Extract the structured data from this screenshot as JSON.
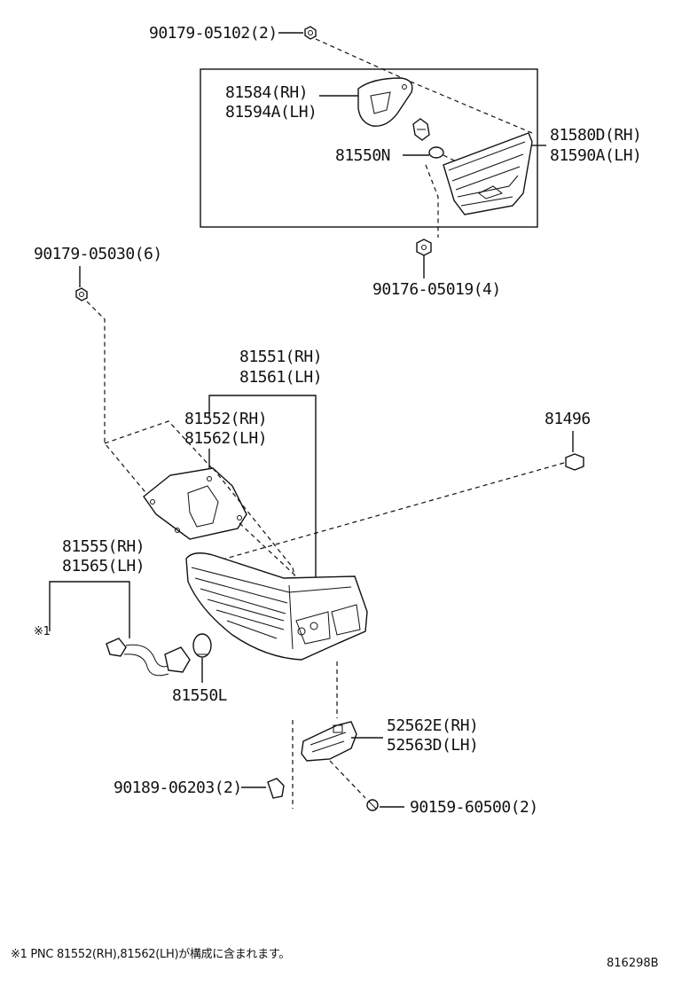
{
  "labels": {
    "p90179_05102": "90179-05102(2)",
    "p81584": "81584(RH)",
    "p81594a": "81594A(LH)",
    "p81550n": "81550N",
    "p81580d": "81580D(RH)",
    "p81590a": "81590A(LH)",
    "p90179_05030": "90179-05030(6)",
    "p90176_05019": "90176-05019(4)",
    "p81551": "81551(RH)",
    "p81561": "81561(LH)",
    "p81552": "81552(RH)",
    "p81562": "81562(LH)",
    "p81496": "81496",
    "p81555": "81555(RH)",
    "p81565": "81565(LH)",
    "mark1": "※1",
    "p81550l": "81550L",
    "p52562e": "52562E(RH)",
    "p52563d": "52563D(LH)",
    "p90189_06203": "90189-06203(2)",
    "p90159_60500": "90159-60500(2)"
  },
  "footnote": "※1 PNC 81552(RH),81562(LH)が構成に含まれます。",
  "diagram_code": "816298B"
}
